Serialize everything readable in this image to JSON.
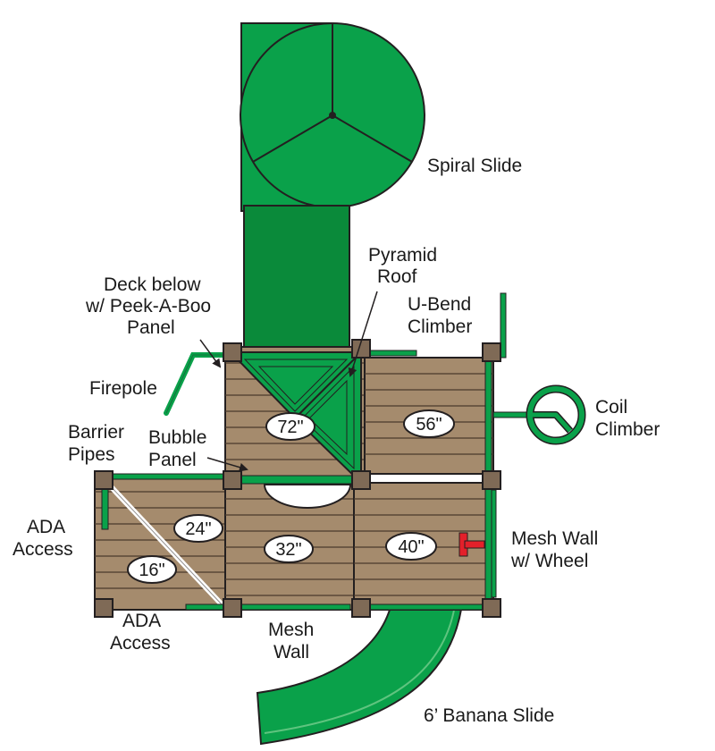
{
  "colors": {
    "green": "#0aa14a",
    "dark_green": "#0a8a3a",
    "deck": "#a58b6d",
    "post": "#7f6a56",
    "wheel": "#e3202a",
    "outline": "#231f20"
  },
  "labels": {
    "spiral_slide": "Spiral Slide",
    "pyramid_roof_1": "Pyramid",
    "pyramid_roof_2": "Roof",
    "u_bend_1": "U-Bend",
    "u_bend_2": "Climber",
    "deck_below_1": "Deck below",
    "deck_below_2": "w/ Peek-A-Boo",
    "deck_below_3": "Panel",
    "firepole": "Firepole",
    "coil_1": "Coil",
    "coil_2": "Climber",
    "barrier_1": "Barrier",
    "barrier_2": "Pipes",
    "bubble_1": "Bubble",
    "bubble_2": "Panel",
    "ada_left_1": "ADA",
    "ada_left_2": "Access",
    "mesh_wheel_1": "Mesh Wall",
    "mesh_wheel_2": "w/ Wheel",
    "ada_bottom_1": "ADA",
    "ada_bottom_2": "Access",
    "mesh_wall_1": "Mesh",
    "mesh_wall_2": "Wall",
    "banana": "6’ Banana Slide"
  },
  "heights": {
    "h72": "72\"",
    "h56": "56\"",
    "h24": "24\"",
    "h16": "16\"",
    "h32": "32\"",
    "h40": "40\""
  }
}
